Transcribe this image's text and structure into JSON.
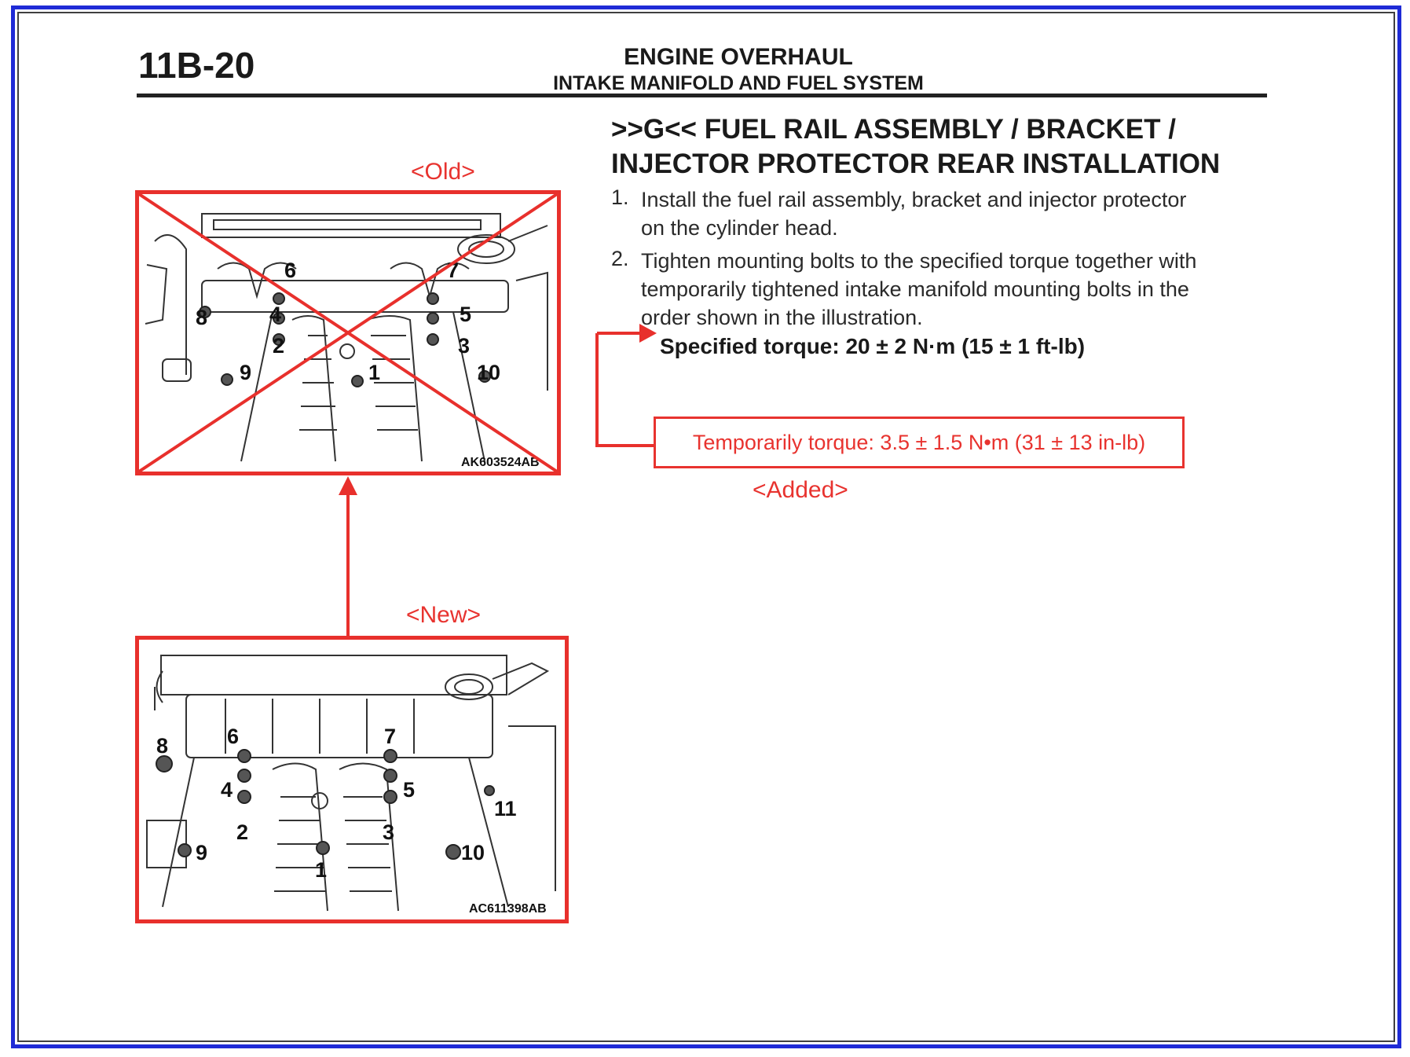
{
  "header": {
    "page_number": "11B-20",
    "section": "ENGINE OVERHAUL",
    "subsection": "INTAKE MANIFOLD AND FUEL SYSTEM"
  },
  "procedure": {
    "title_line1": ">>G<< FUEL RAIL ASSEMBLY / BRACKET /",
    "title_line2": "INJECTOR PROTECTOR REAR INSTALLATION",
    "steps": [
      {
        "num": "1.",
        "lines": [
          "Install the fuel rail assembly, bracket and injector protector",
          "on the cylinder head."
        ]
      },
      {
        "num": "2.",
        "lines": [
          "Tighten mounting bolts to the specified torque together with",
          "temporarily tightened intake manifold mounting bolts in the",
          "order shown in the illustration."
        ]
      }
    ],
    "specified_torque": "Specified torque: 20 ± 2 N·m (15 ± 1 ft-lb)"
  },
  "annotations": {
    "old_label": "<Old>",
    "new_label": "<New>",
    "added_label": "<Added>",
    "temporary_torque": "Temporarily torque: 3.5 ± 1.5 N•m (31 ± 13 in-lb)",
    "accent_color": "#e8332f",
    "border_color": "#1f2bd6"
  },
  "figures": {
    "old": {
      "code": "AK603524AB",
      "bolt_labels": [
        "1",
        "2",
        "3",
        "4",
        "5",
        "6",
        "7",
        "8",
        "9",
        "10"
      ]
    },
    "new": {
      "code": "AC611398AB",
      "bolt_labels": [
        "1",
        "2",
        "3",
        "4",
        "5",
        "6",
        "7",
        "8",
        "9",
        "10",
        "11"
      ]
    }
  }
}
